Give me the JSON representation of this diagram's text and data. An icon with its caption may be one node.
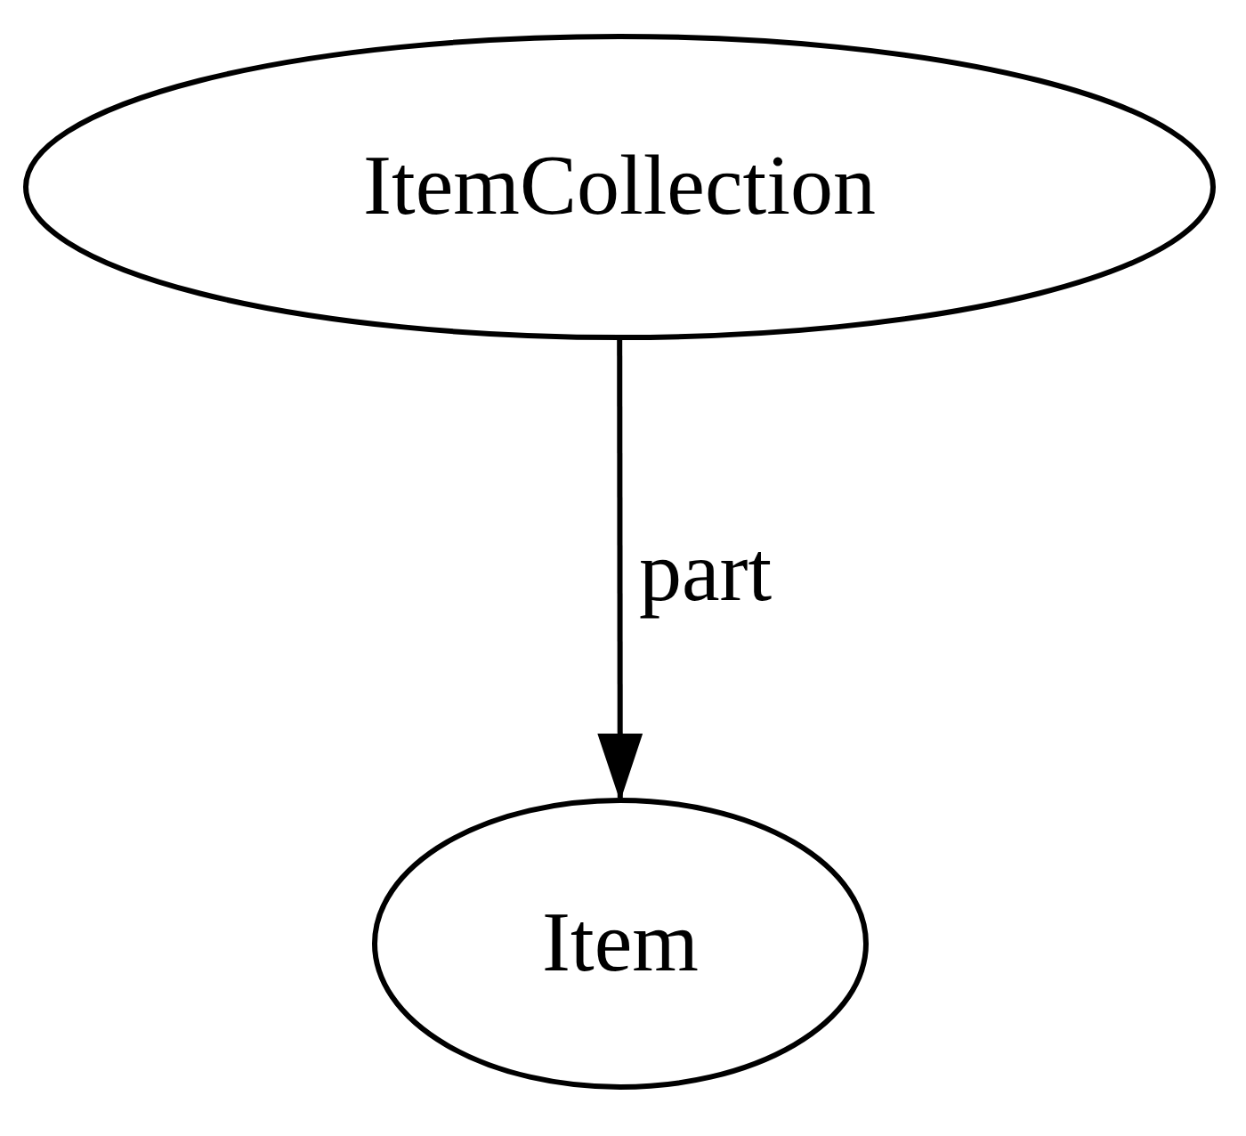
{
  "diagram": {
    "nodes": [
      {
        "text": [
          "ItemCollection"
        ]
      },
      {
        "text": [
          "Item"
        ]
      }
    ],
    "edges": [
      {
        "from": 0,
        "to": 1,
        "arrow": "to",
        "label": "part"
      }
    ]
  }
}
